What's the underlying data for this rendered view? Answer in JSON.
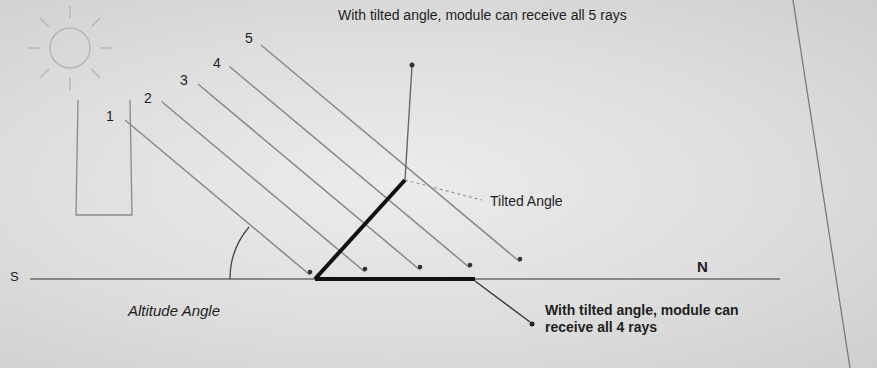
{
  "diagram": {
    "labels": [
      "1",
      "2",
      "3",
      "4",
      "5",
      "With tilted angle, module can receive all 5 rays",
      "Tilted Angle",
      "S",
      "N",
      "Altitude Angle",
      "With tilted angle, module can receive all 4 rays"
    ]
  }
}
